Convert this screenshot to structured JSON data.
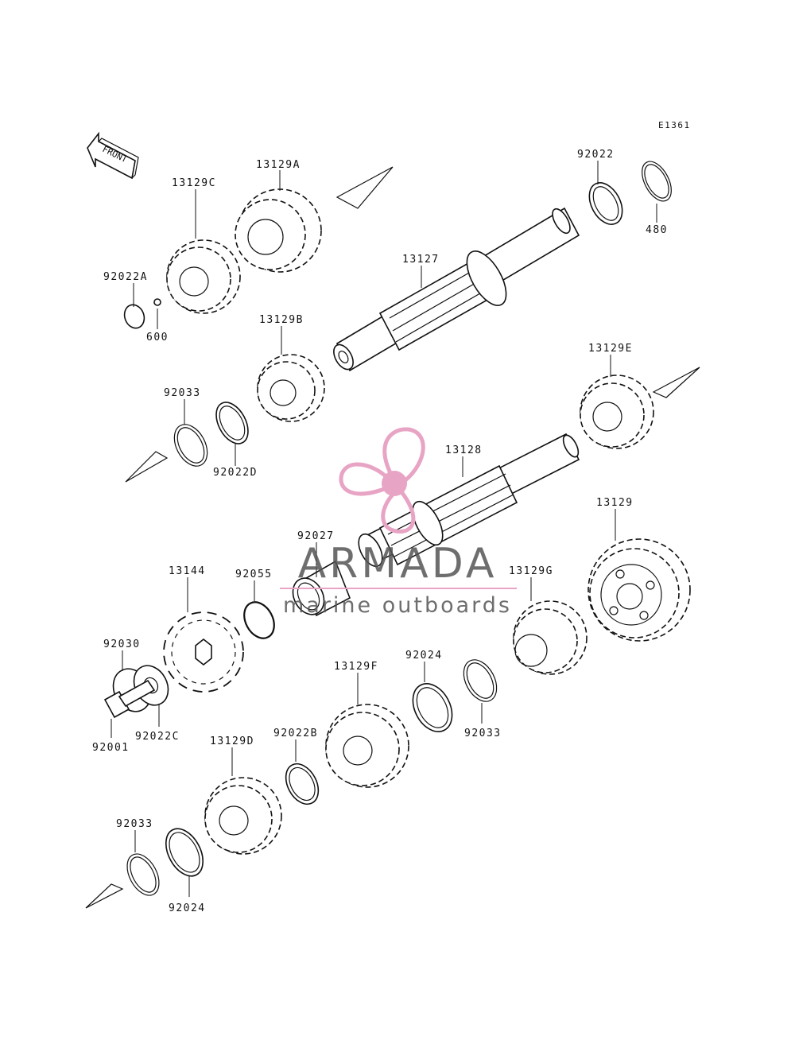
{
  "diagram": {
    "code": "E1361",
    "front_label": "FRONT",
    "parts": {
      "p13129A": "13129A",
      "p13129C": "13129C",
      "p92022A": "92022A",
      "p600": "600",
      "p13127": "13127",
      "p92022": "92022",
      "p480": "480",
      "p13129B": "13129B",
      "p92033a": "92033",
      "p92022D": "92022D",
      "p13129E": "13129E",
      "p13128": "13128",
      "p13129": "13129",
      "p92027": "92027",
      "p13144": "13144",
      "p92055": "92055",
      "p13129G": "13129G",
      "p92030": "92030",
      "p92001": "92001",
      "p92022C": "92022C",
      "p92024a": "92024",
      "p92033b": "92033",
      "p13129F": "13129F",
      "p92022B": "92022B",
      "p13129D": "13129D",
      "p92033c": "92033",
      "p92024b": "92024"
    }
  },
  "watermark": {
    "brand": "ARMADA",
    "tagline": "marine outboards",
    "accent_color": "#e8a4c4",
    "text_color": "#555555"
  }
}
